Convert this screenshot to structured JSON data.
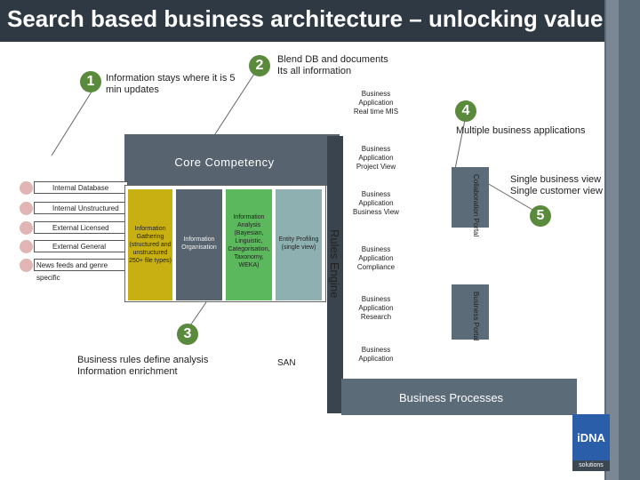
{
  "title": "Search based business architecture – unlocking value",
  "callouts": [
    {
      "num": "1",
      "text": "Information stays where it is 5 min updates"
    },
    {
      "num": "2",
      "text": "Blend DB and documents Its all information"
    },
    {
      "num": "3",
      "text": "Business rules define analysis Information enrichment"
    },
    {
      "num": "4",
      "text": "Multiple business applications"
    },
    {
      "num": "5",
      "text": "Single business view Single customer view"
    }
  ],
  "core_competency": "Core Competency",
  "sources": [
    "Internal Database",
    "Internal Unstructured",
    "External Licensed",
    "External General",
    "News feeds and genre specific"
  ],
  "columns": [
    {
      "text": "Information Gathering (structured and unstructured 250+ file types)",
      "color": "#c9b012"
    },
    {
      "text": "Information Organisation",
      "color": "#57636f"
    },
    {
      "text": "Information Analysis (Bayesian, Linguistic, Categorisation, Taxonomy, WEKA)",
      "color": "#5cb85c"
    },
    {
      "text": "Entity Profiling (single view)",
      "color": "#8fb0b0"
    }
  ],
  "rules_engine": "Rules Engine",
  "san": "SAN",
  "apps": [
    "Business Application Real time MIS",
    "Business Application Project View",
    "Business Application Business View",
    "Business Application Compliance",
    "Business Application Research",
    "Business Application"
  ],
  "portals": {
    "collab": "Collaboration Portal",
    "business": "Business Portal"
  },
  "business_processes": "Business Processes",
  "logo": {
    "name": "iDNA",
    "sub": "solutions"
  },
  "colors": {
    "title_bar": "#2f3944",
    "accent_green": "#5a8a3c",
    "gray_blue": "#5b6b78"
  }
}
